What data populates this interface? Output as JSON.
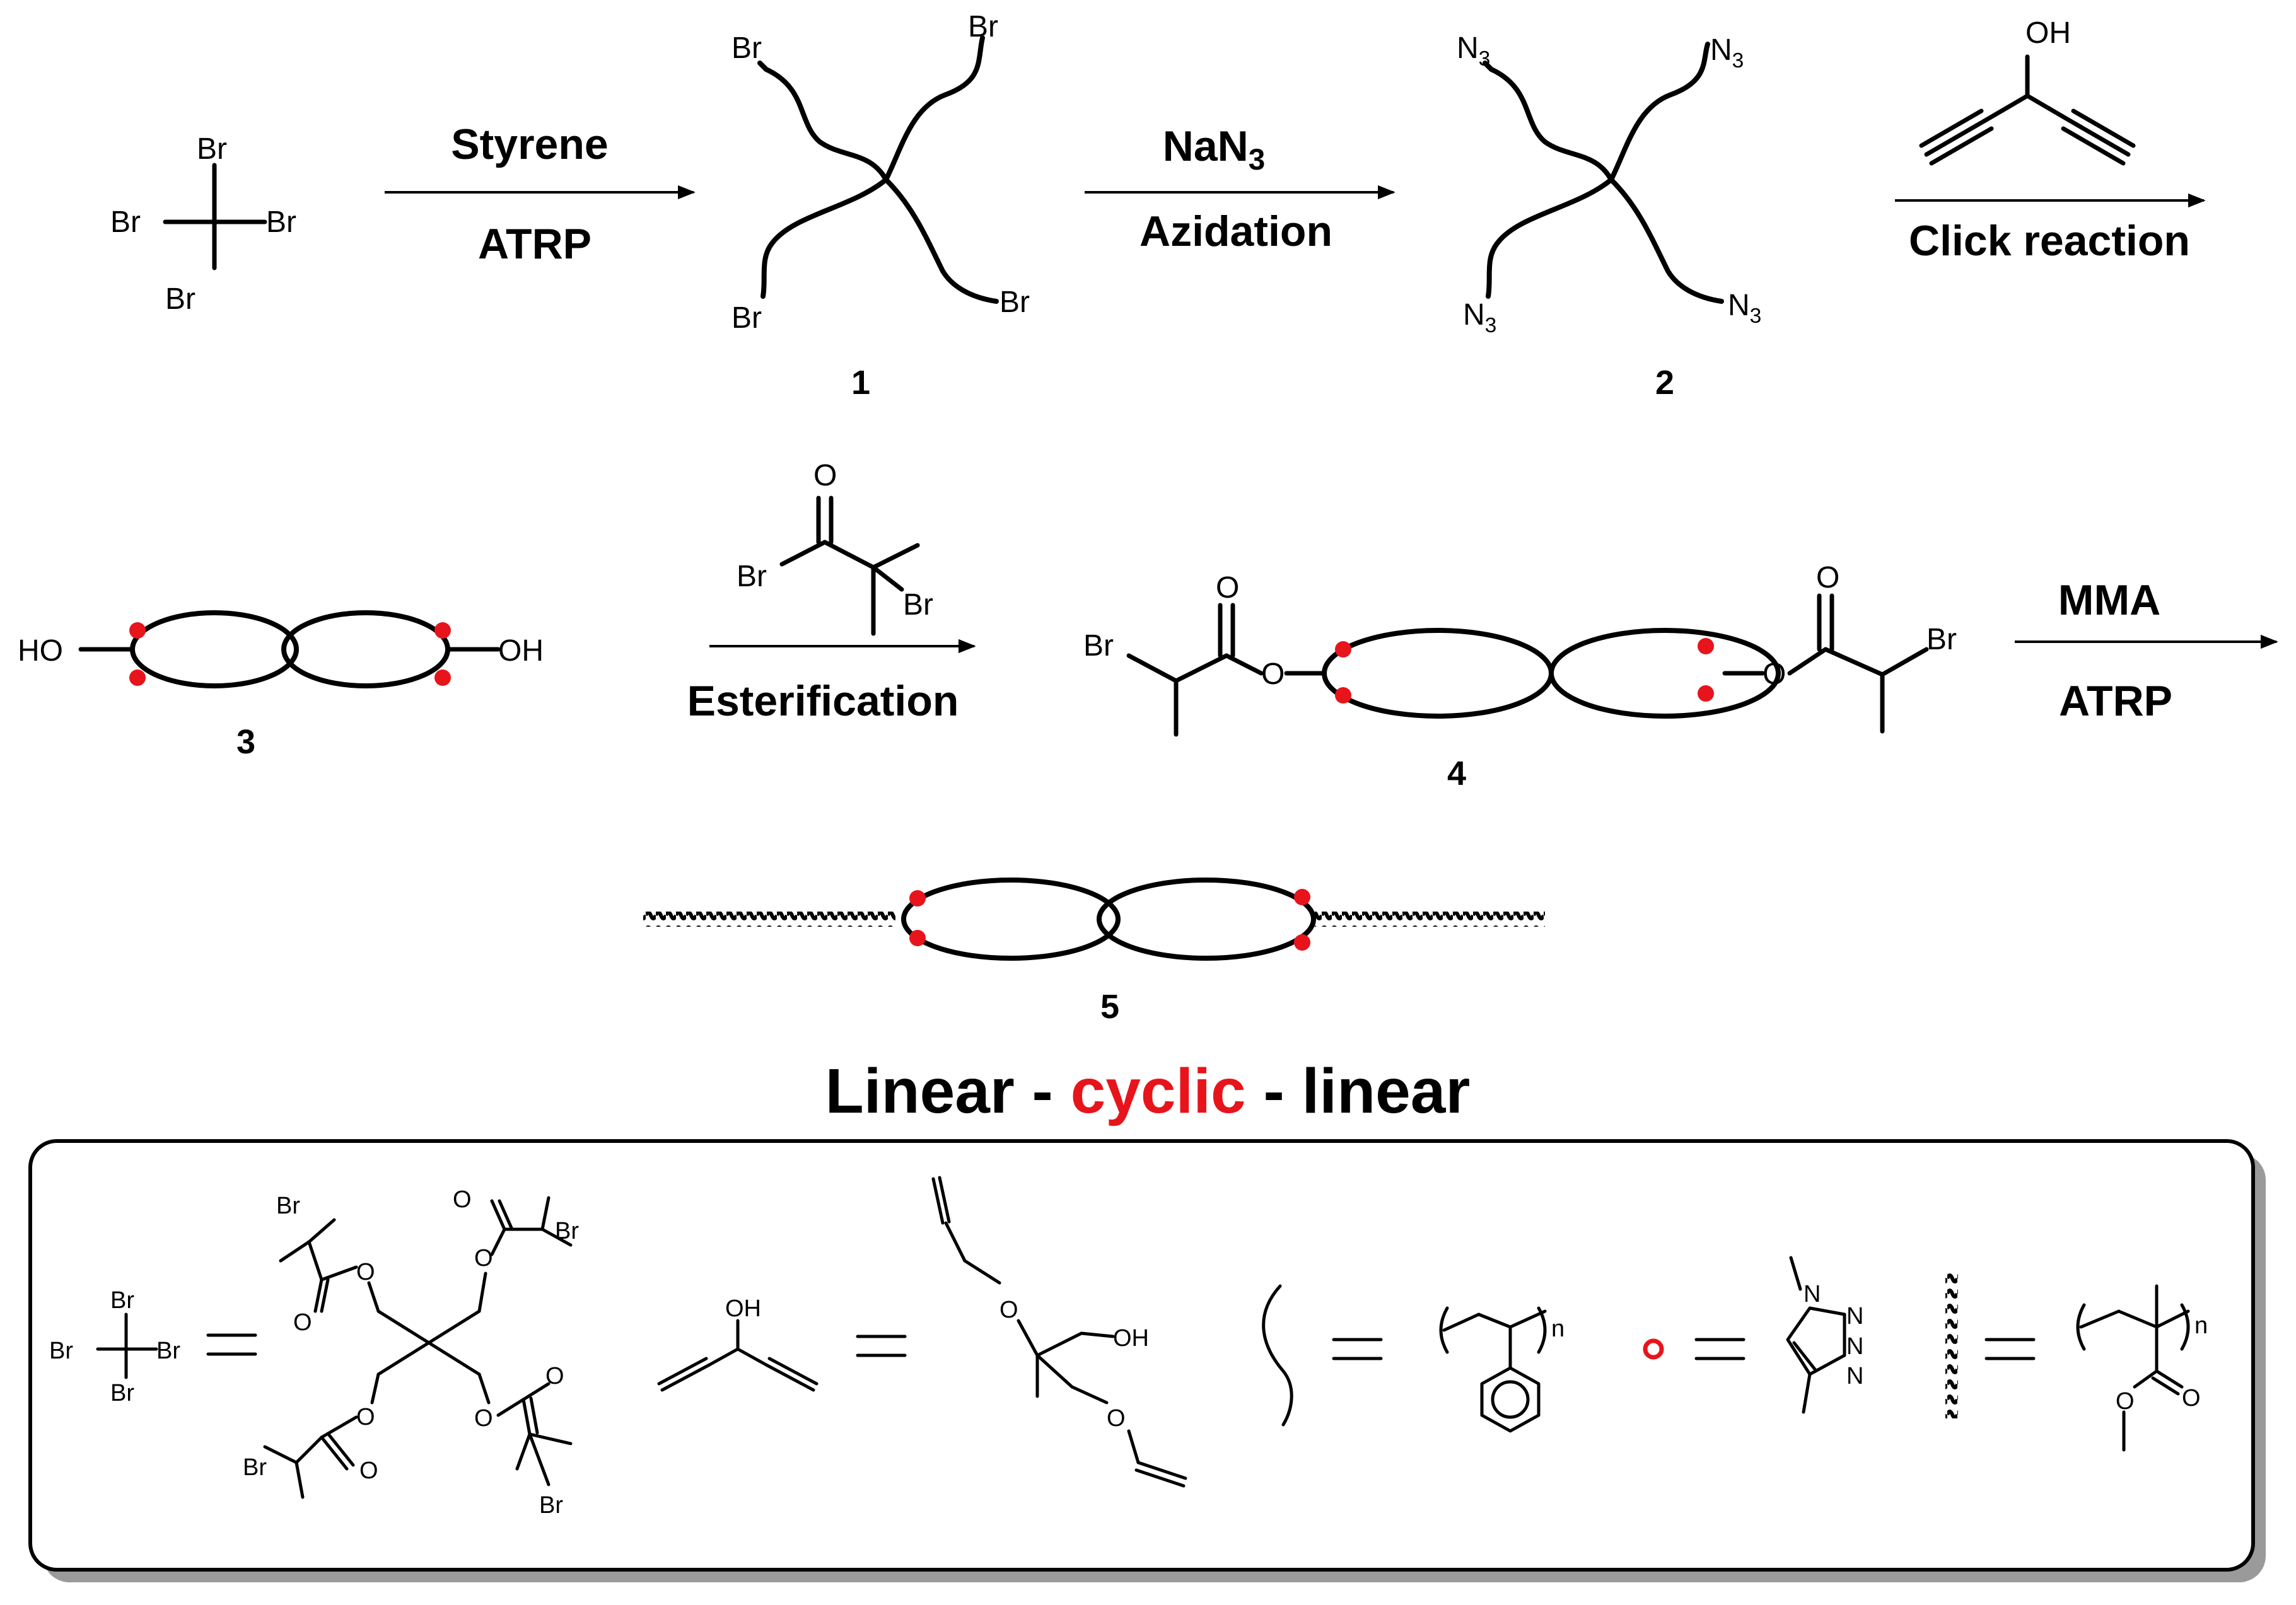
{
  "atoms": {
    "br": "Br",
    "n3": "N",
    "n3_sub": "3",
    "oh": "OH",
    "ho": "HO",
    "o": "O",
    "n": "N",
    "n_sub": "n"
  },
  "steps": {
    "step1": {
      "top": "Styrene",
      "bottom": "ATRP"
    },
    "step2": {
      "top": "NaN",
      "top_sub": "3",
      "bottom": "Azidation"
    },
    "step3": {
      "bottom": "Click reaction"
    },
    "step4": {
      "bottom": "Esterification"
    },
    "step5": {
      "top": "MMA",
      "bottom": "ATRP"
    }
  },
  "compounds": [
    "1",
    "2",
    "3",
    "4",
    "5"
  ],
  "title": {
    "part1": "Linear - ",
    "part2": "cyclic",
    "part3": " - linear"
  },
  "colors": {
    "accent": "#e8141b",
    "ink": "#000000",
    "frame": "#000000",
    "shadow": "#9a9a9a"
  }
}
